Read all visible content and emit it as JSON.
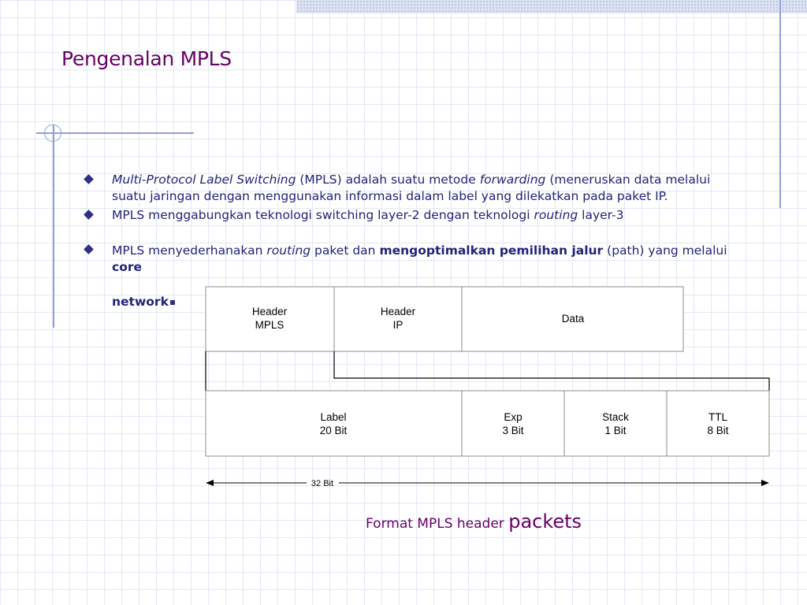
{
  "slide": {
    "title": "Pengenalan MPLS"
  },
  "bullets": [
    {
      "i1": "Multi-Protocol Label Switching",
      "t1": " (MPLS) adalah suatu metode ",
      "i2": "forwarding",
      "t2": " (meneruskan data melalui suatu jaringan dengan menggunakan informasi dalam label yang dilekatkan pada paket IP."
    },
    {
      "t1": "MPLS menggabungkan teknologi switching layer-2 dengan teknologi ",
      "i1": "routing",
      "t2": " layer-3"
    },
    {
      "t1": "MPLS menyederhanakan ",
      "i1": "routing",
      "t2": " paket dan ",
      "b1": "mengoptimalkan pemilihan jalur",
      "t3": " (path) yang melalui ",
      "b2": "core",
      "b3": "network"
    }
  ],
  "diagram": {
    "packet_cells": [
      {
        "line1": "Header",
        "line2": "MPLS"
      },
      {
        "line1": "Header",
        "line2": "IP"
      },
      {
        "line1": "Data",
        "line2": ""
      }
    ],
    "header_fields": [
      {
        "line1": "Label",
        "line2": "20 Bit"
      },
      {
        "line1": "Exp",
        "line2": "3 Bit"
      },
      {
        "line1": "Stack",
        "line2": "1 Bit"
      },
      {
        "line1": "TTL",
        "line2": "8 Bit"
      }
    ],
    "width_label": "32 Bit"
  },
  "caption": {
    "part1": "Format MPLS header ",
    "part2": "packets"
  },
  "colors": {
    "title": "#660066",
    "body_text": "#23237a",
    "decor_line": "#8fa0d6"
  }
}
